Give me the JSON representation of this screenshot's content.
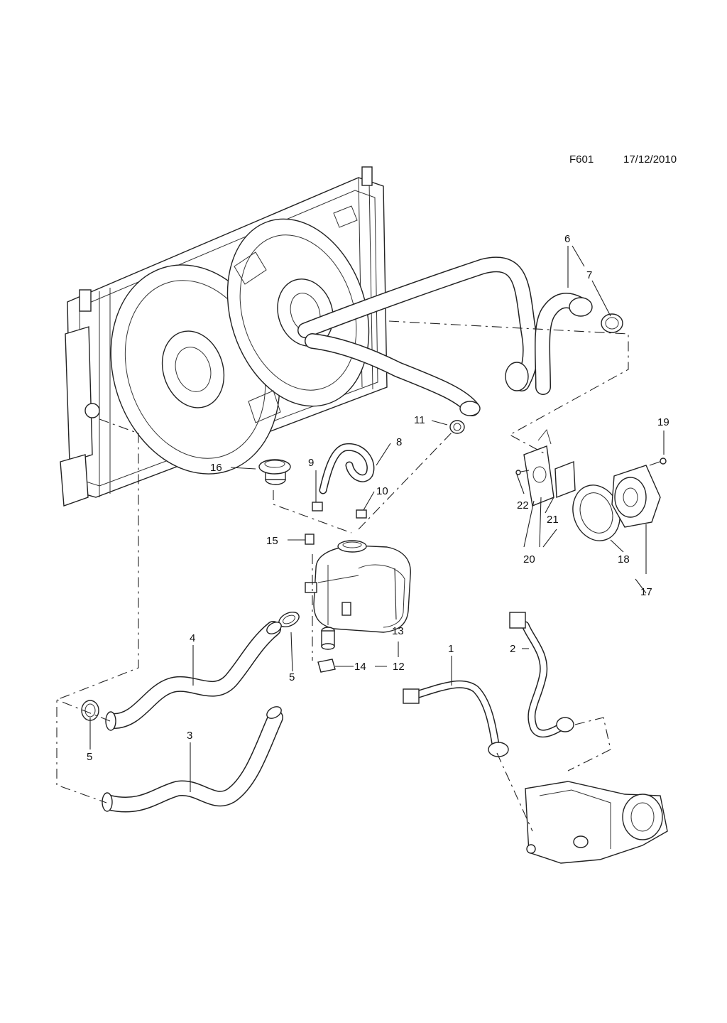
{
  "header": {
    "code": "F601",
    "date": "17/12/2010"
  },
  "callouts": {
    "c1": "1",
    "c2": "2",
    "c3": "3",
    "c4": "4",
    "c5a": "5",
    "c5b": "5",
    "c6": "6",
    "c7": "7",
    "c8": "8",
    "c9": "9",
    "c10": "10",
    "c11": "11",
    "c12": "12",
    "c13": "13",
    "c14": "14",
    "c15": "15",
    "c16": "16",
    "c17": "17",
    "c18": "18",
    "c19": "19",
    "c20": "20",
    "c21": "21",
    "c22": "22"
  }
}
